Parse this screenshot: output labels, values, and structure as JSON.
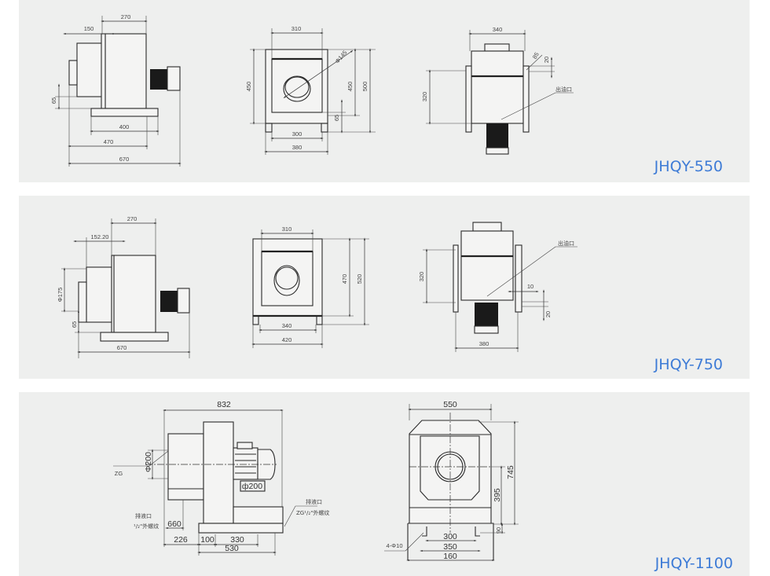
{
  "colors": {
    "panel_background": "#eeefee",
    "title": "#3d7bd6",
    "line": "#2a2a2a"
  },
  "panels": [
    {
      "model": "JHQY-550",
      "side": {
        "w270": "270",
        "w150": "150",
        "h65": "65",
        "w400": "400",
        "w470": "470",
        "w670": "670"
      },
      "front": {
        "w310": "310",
        "dia": "Φ145",
        "h450a": "450",
        "h450b": "450",
        "h500": "500",
        "h65": "65",
        "w300": "300",
        "w380": "380"
      },
      "rear": {
        "w340": "340",
        "a85": "85",
        "h20": "20",
        "h320": "320",
        "outlet": "出油口"
      }
    },
    {
      "model": "JHQY-750",
      "side": {
        "w270": "270",
        "w152": "152.20",
        "dia": "Φ175",
        "h65": "65",
        "w670": "670"
      },
      "front": {
        "w310": "310",
        "h470": "470",
        "h520": "520",
        "w340": "340",
        "w420": "420"
      },
      "rear": {
        "h320": "320",
        "w10": "10",
        "h20": "20",
        "w380": "380",
        "outlet": "出油口"
      }
    },
    {
      "model": "JHQY-1100",
      "side": {
        "w832": "832",
        "dia_in": "Φ200",
        "zg": "ZG",
        "dia_out": "ф200",
        "drain_left": "排液口",
        "drain_left_thread": "¹/₂\"外螺纹",
        "w660": "660",
        "w226": "226",
        "w100": "100",
        "w330": "330",
        "w530": "530",
        "drain_right": "排液口",
        "drain_right_thread": "ZG¹/₂\"外螺纹"
      },
      "front": {
        "w550": "550",
        "h745": "745",
        "h395": "395",
        "h90": "90",
        "w300": "300",
        "w350": "350",
        "w160": "160",
        "holes": "4-Φ10"
      }
    }
  ]
}
